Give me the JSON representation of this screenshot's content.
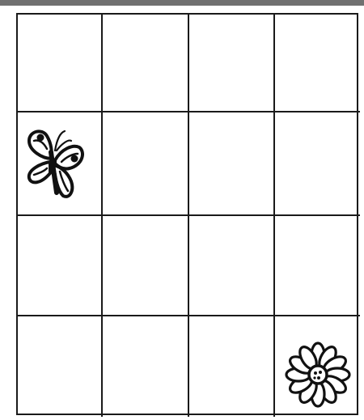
{
  "frame": {
    "top_band_color": "#707070",
    "line_color": "#1a1a1a",
    "cell_background": "#ffffff"
  },
  "grid": {
    "rows": 4,
    "columns": 4
  },
  "pieces": [
    {
      "icon": "butterfly-icon",
      "row": 2,
      "column": 1
    },
    {
      "icon": "flower-icon",
      "row": 4,
      "column": 4
    }
  ]
}
